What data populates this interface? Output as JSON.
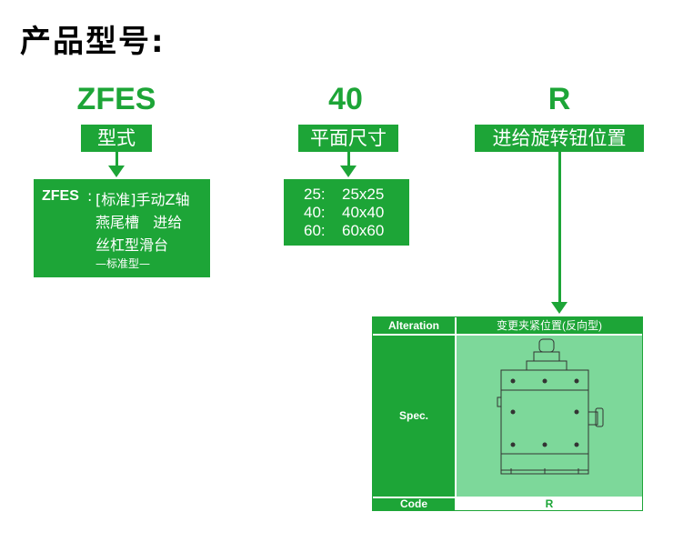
{
  "title": "产品型号:",
  "colors": {
    "green": "#1da537",
    "light_green": "#7dd89a",
    "text": "#000000"
  },
  "parts": [
    {
      "code": "ZFES",
      "label": "型式"
    },
    {
      "code": "40",
      "label": "平面尺寸"
    },
    {
      "code": "R",
      "label": "进给旋转钮位置"
    }
  ],
  "zfes_desc": {
    "prefix": "ZFES",
    "colon": ":",
    "line1": "[标准]手动Z轴",
    "line2": "燕尾槽   进给",
    "line3": "丝杠型滑台",
    "line4": "—标准型—"
  },
  "sizes": [
    {
      "code": "25:",
      "value": "25x25"
    },
    {
      "code": "40:",
      "value": "40x40"
    },
    {
      "code": "60:",
      "value": "60x60"
    }
  ],
  "table": {
    "alteration_label": "Alteration",
    "alteration_value": "变更夹紧位置(反向型)",
    "spec_label": "Spec.",
    "code_label": "Code",
    "code_value": "R"
  }
}
